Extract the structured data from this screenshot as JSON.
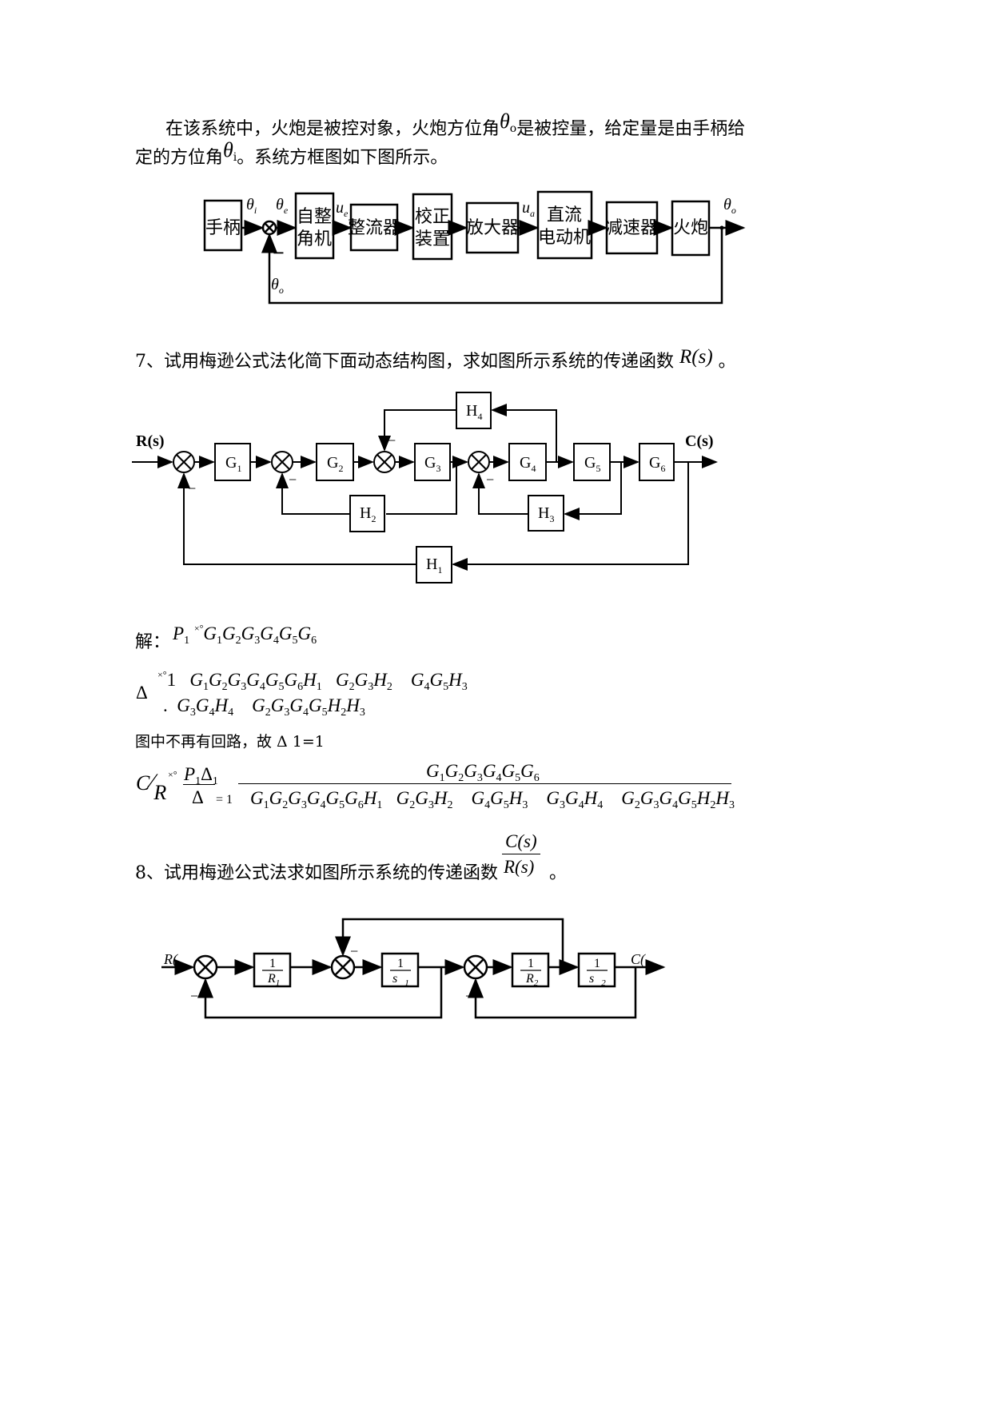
{
  "intro": {
    "line1_a": "在该系统中，火炮是被控对象，火炮方位角",
    "line1_b": "是被控量，给定量是由手柄给",
    "line2_a": "定的方位角",
    "line2_b": "。系统方框图如下图所示。",
    "theta_o": "θ",
    "theta_i": "θ"
  },
  "fig1": {
    "blocks": [
      "手柄",
      "自整\n角机",
      "整流器",
      "校正\n装置",
      "放大器",
      "直流\n电动机",
      "减速器",
      "火炮"
    ],
    "labels": {
      "theta_i": "θ",
      "sub_i": "i",
      "theta_e": "θ",
      "sub_e": "e",
      "ue": "u",
      "sub_ue": "e",
      "ua": "u",
      "sub_ua": "a",
      "theta_o": "θ",
      "sub_o": "o",
      "minus": "−"
    }
  },
  "q7": {
    "text": "7、试用梅逊公式法化简下面动态结构图，求如图所示系统的传递函数",
    "expr": "R(s)",
    "end": "。"
  },
  "fig2": {
    "input": "R(s)",
    "output": "C(s)",
    "forward_blocks": [
      "G1",
      "G2",
      "G3",
      "G4",
      "G5",
      "G6"
    ],
    "feedback_blocks": [
      "H4",
      "H2",
      "H3",
      "H1"
    ],
    "minus": "−"
  },
  "solution": {
    "label": "解：",
    "p1": "P",
    "p1_sub": "1",
    "p1_rhs": "G1G2G3G4G5G6",
    "delta": "Δ",
    "delta_rhs_1": "1   G1G2G3G4G5G6H1   G2G3H2   G4G5H3",
    "delta_rhs_2": "G3G4H4   G2G3G4G5H2H3",
    "note": "图中不再有回路，故    Δ 1=1",
    "cr_lhs": "C/R",
    "frac_num": "P1Δ1",
    "frac_den": "Δ",
    "result_num": "G1G2G3G4G5G6",
    "result_den": "1   G1G2G3G4G5G6H1   G2G3H2   G4G5H3   G3G4H4   G2G3G4G5H2H3"
  },
  "q8": {
    "text": "8、试用梅逊公式法求如图所示系统的传递函数",
    "num": "C(s)",
    "den": "R(s)",
    "end": "。"
  },
  "fig3": {
    "input": "R(",
    "output": "C(",
    "blocks": [
      {
        "num": "1",
        "den": "R",
        "sub": "1"
      },
      {
        "num": "1",
        "den": "s",
        "sub": "1"
      },
      {
        "num": "1",
        "den": "R",
        "sub": "2"
      },
      {
        "num": "1",
        "den": "s",
        "sub": "2"
      }
    ],
    "minus": "−"
  }
}
